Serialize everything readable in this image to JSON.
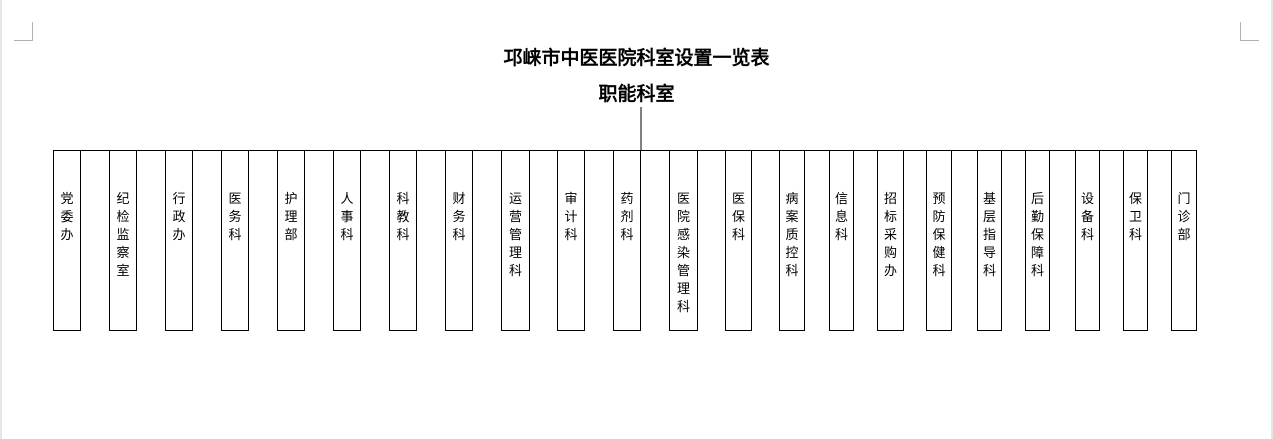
{
  "title": "邛崃市中医医院科室设置一览表",
  "root": "职能科室",
  "departments": [
    "党委办",
    "纪检监察室",
    "行政办",
    "医务科",
    "护理部",
    "人事科",
    "科教科",
    "财务科",
    "运营管理科",
    "审计科",
    "药剂科",
    "医院感染管理科",
    "医保科",
    "病案质控科",
    "信息科",
    "招标采购办",
    "预防保健科",
    "基层指导科",
    "后勤保障科",
    "设备科",
    "保卫科",
    "门诊部"
  ]
}
